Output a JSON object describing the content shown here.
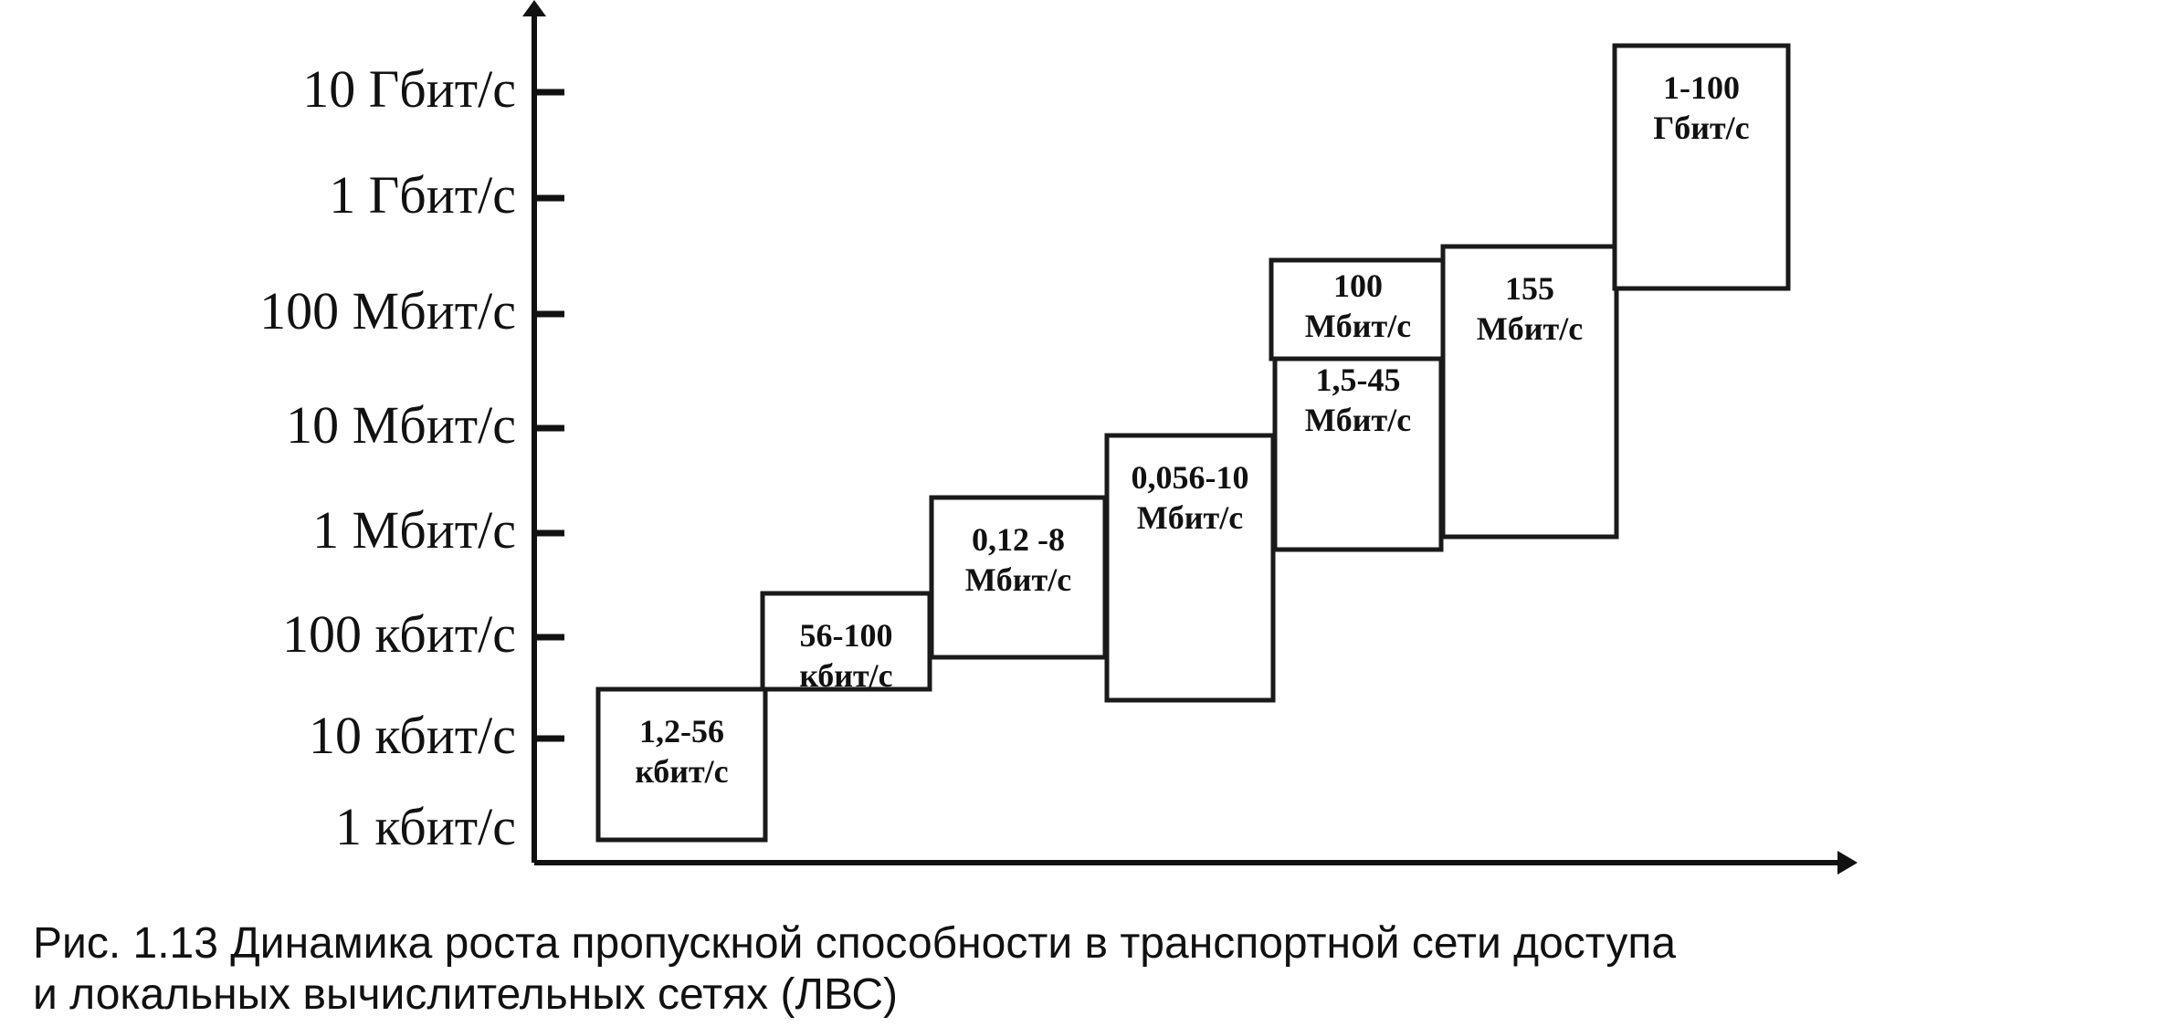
{
  "diagram": {
    "y_axis_ticks": [
      "10 Гбит/с",
      "1 Гбит/с",
      "100 Мбит/с",
      "10 Мбит/с",
      "1 Мбит/с",
      "100 кбит/с",
      "10 кбит/с",
      "1 кбит/с"
    ],
    "boxes": [
      {
        "label_lines": [
          "1,2-56",
          "кбит/с"
        ]
      },
      {
        "label_lines": [
          "56-100",
          "кбит/с"
        ]
      },
      {
        "label_lines": [
          "0,12 -8",
          "Мбит/с"
        ]
      },
      {
        "label_lines": [
          "0,056-10",
          "Мбит/с"
        ]
      },
      {
        "label_lines": [
          "1,5-45",
          "Мбит/с"
        ]
      },
      {
        "label_lines": [
          "100",
          "Мбит/с"
        ],
        "shaded": true
      },
      {
        "label_lines": [
          "155",
          "Мбит/с"
        ]
      },
      {
        "label_lines": [
          "1-100",
          "Гбит/с"
        ]
      }
    ],
    "colors": {
      "ink": "#111111",
      "shaded_fill": "#c9c9c9"
    }
  },
  "caption": {
    "line1": "Рис. 1.13 Динамика роста пропускной способности в транспортной сети доступа",
    "line2": "и локальных вычислительных сетях (ЛВС)"
  }
}
